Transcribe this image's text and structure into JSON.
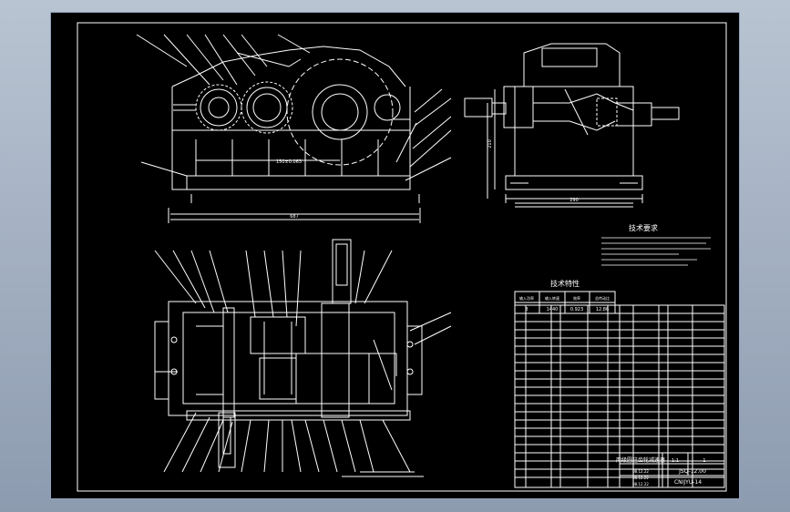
{
  "view_bg": "#000000",
  "line_color": "#ffffff",
  "frame_color": "#ffffff",
  "headings": {
    "tech_req": "技术要求",
    "tech_char": "技术特性"
  },
  "tech_char_table": {
    "headers": [
      "输入功率",
      "输入转速",
      "效率",
      "总传动比"
    ],
    "values": [
      "8",
      "1440",
      "0.923",
      "12.86"
    ]
  },
  "title_block": {
    "name": "两级圆柱齿轮减速器",
    "drawing_no": "JSQ-12.00",
    "scale": "1:1",
    "code": "CNIJYU-14",
    "sheets": "1",
    "dates": [
      "08.12.22",
      "08.12.22",
      "08.12.22"
    ]
  },
  "main_dims": {
    "width": "687",
    "center_distance": "150±0.063",
    "side_width": "290",
    "height": "210"
  }
}
